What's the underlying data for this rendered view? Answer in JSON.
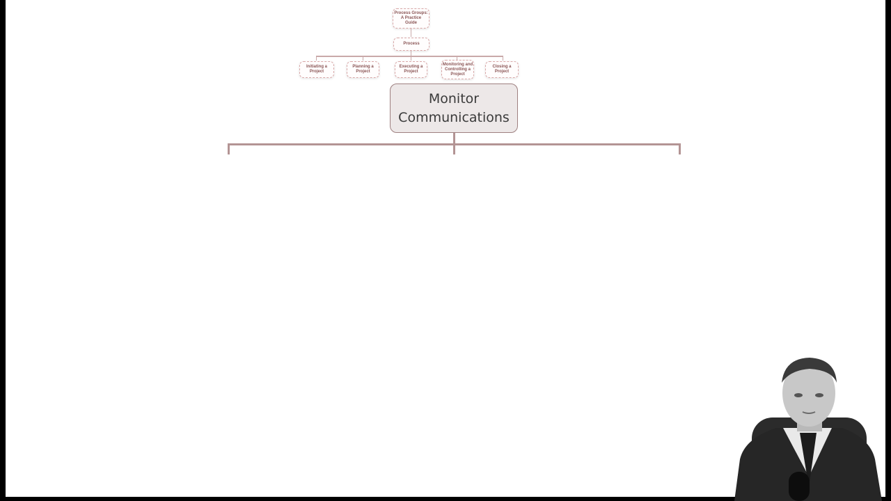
{
  "diagram": {
    "root": "Process Groups:\nA Practice\nGuide",
    "level2": "Process",
    "process_groups": [
      "Initiating a Project",
      "Planning a Project",
      "Executing a\nProject",
      "Monitoring and\nControlling a\nProject",
      "Closing a Project"
    ],
    "current_process": "Monitor\nCommunications"
  },
  "colors": {
    "box_border": "#d9a8a8",
    "box_text": "#8a5555",
    "connector": "#c9a9a9",
    "main_box_fill": "#ede8e8",
    "main_box_border": "#9e8080",
    "main_connector": "#b39494",
    "frame_border": "#000000"
  }
}
